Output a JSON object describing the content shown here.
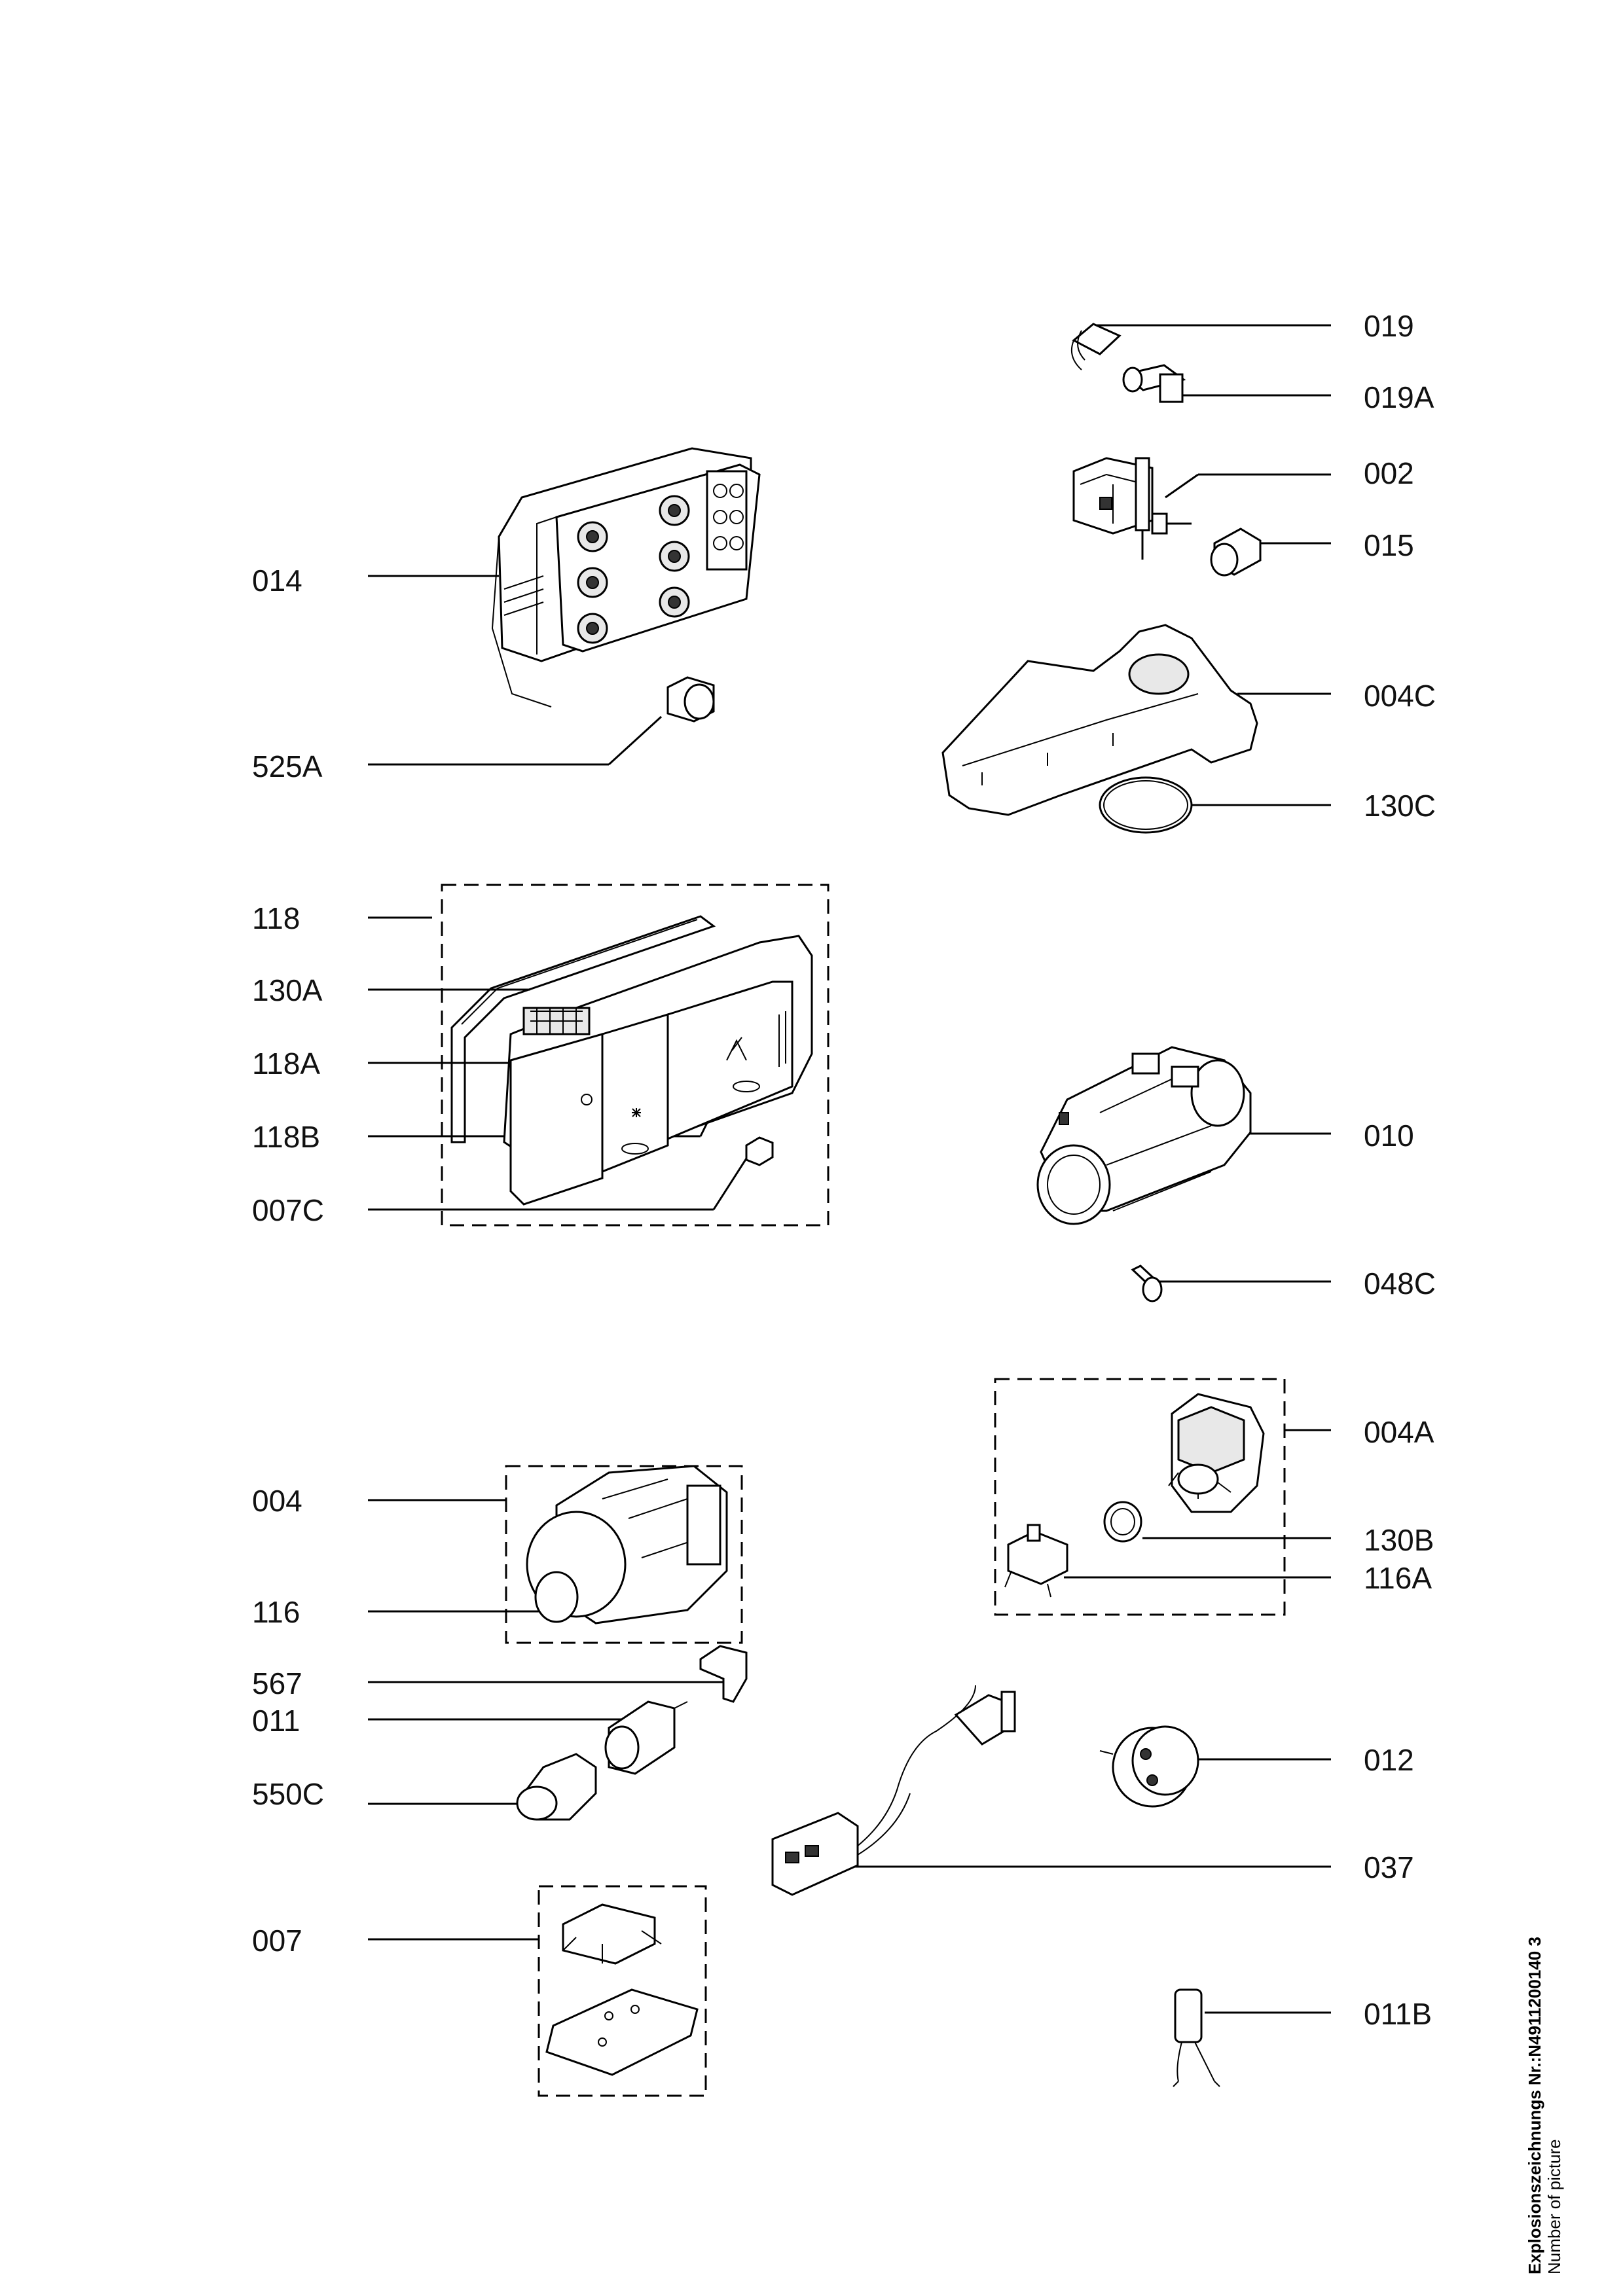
{
  "diagram": {
    "labels": {
      "p019": "019",
      "p019A": "019A",
      "p002": "002",
      "p015": "015",
      "p014": "014",
      "p004C": "004C",
      "p525A": "525A",
      "p130C": "130C",
      "p118": "118",
      "p130A": "130A",
      "p118A": "118A",
      "p118B": "118B",
      "p007C": "007C",
      "p010": "010",
      "p048C": "048C",
      "p004A": "004A",
      "p004": "004",
      "p130B": "130B",
      "p116A": "116A",
      "p116": "116",
      "p567": "567",
      "p011": "011",
      "p550C": "550C",
      "p012": "012",
      "p037": "037",
      "p007": "007",
      "p011B": "011B"
    },
    "side_note": {
      "reference": "Explosionszeichnungs Nr.:N4911200140 3",
      "caption": "Number of picture"
    }
  }
}
